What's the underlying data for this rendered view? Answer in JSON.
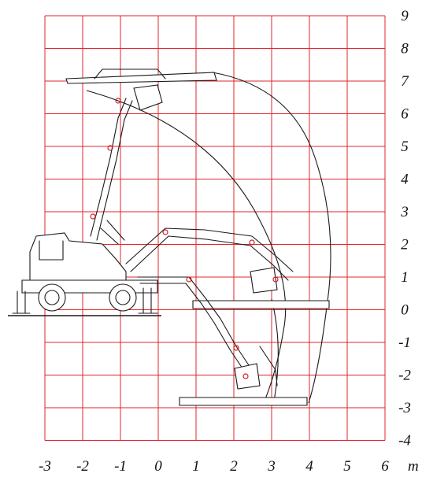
{
  "chart_data": {
    "type": "diagram",
    "x_ticks": [
      "-3",
      "-2",
      "-1",
      "0",
      "1",
      "2",
      "3",
      "4",
      "5",
      "6"
    ],
    "y_ticks": [
      "9",
      "8",
      "7",
      "6",
      "5",
      "4",
      "3",
      "2",
      "1",
      "0",
      "-1",
      "-2",
      "-3",
      "-4"
    ],
    "x_unit": "m",
    "xlim": [
      -3,
      6
    ],
    "ylim": [
      -4,
      9
    ],
    "grid": true,
    "grid_color": "#e0242b",
    "line_color": "#1a1a1a"
  }
}
